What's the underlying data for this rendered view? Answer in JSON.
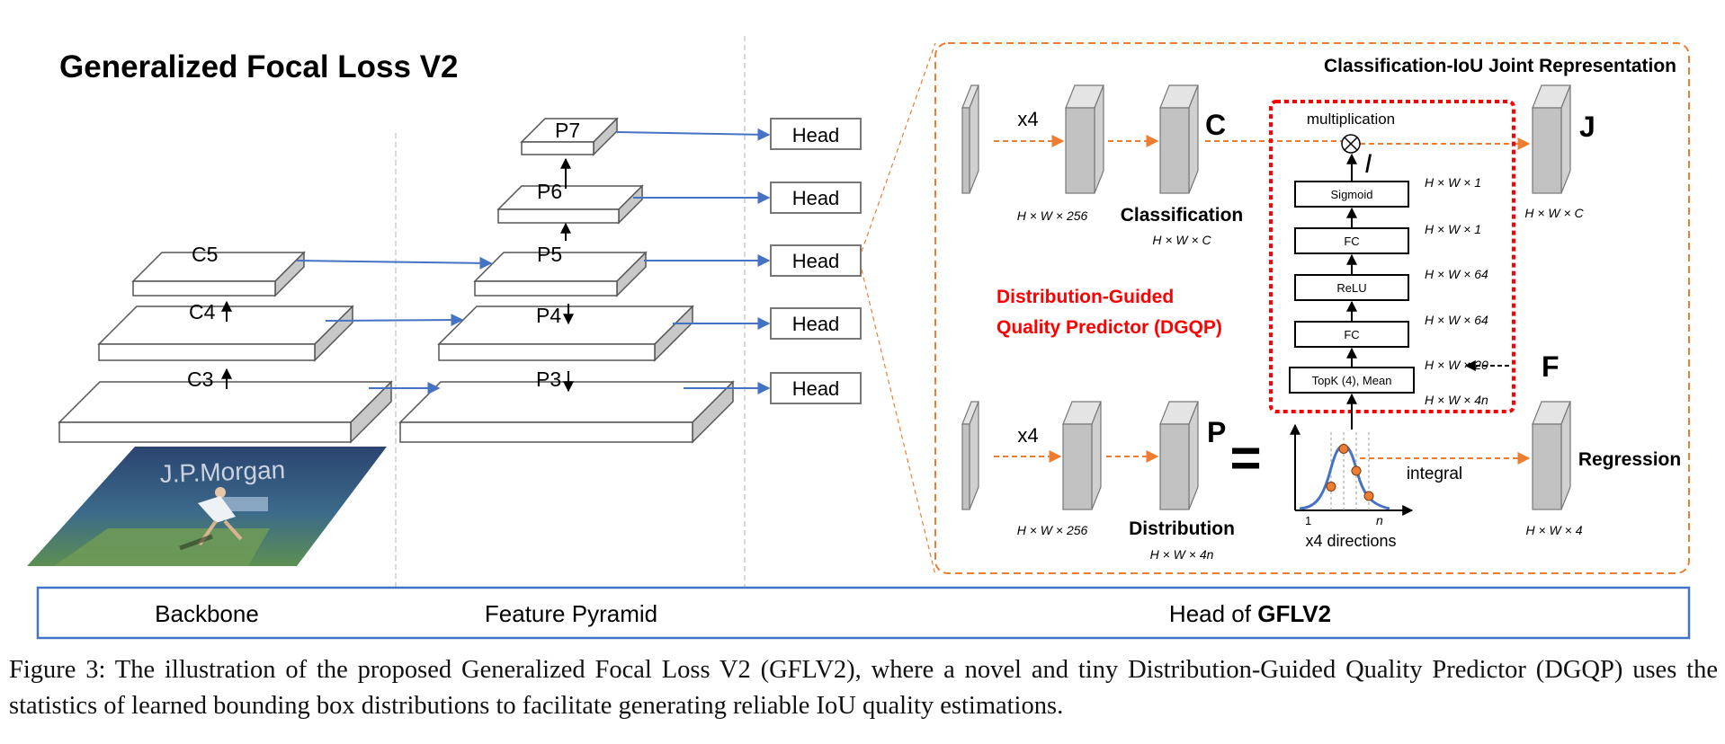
{
  "title": "Generalized Focal Loss V2",
  "backbone": {
    "levels": [
      "C5",
      "C4",
      "C3"
    ]
  },
  "pyramid": {
    "levels": [
      "P7",
      "P6",
      "P5",
      "P4",
      "P3"
    ]
  },
  "heads": [
    "Head",
    "Head",
    "Head",
    "Head",
    "Head"
  ],
  "panel": {
    "title": "Classification-IoU Joint Representation",
    "top_branch": {
      "repeat": "x4",
      "dims": "H × W × 256",
      "output_symbol": "C",
      "output_label": "Classification",
      "output_dims": "H × W × C"
    },
    "bottom_branch": {
      "repeat": "x4",
      "dims": "H × W × 256",
      "output_symbol": "P",
      "output_label": "Distribution",
      "output_dims": "H × W × 4n"
    },
    "dgqp": {
      "label_line1": "Distribution-Guided",
      "label_line2": "Quality Predictor (DGQP)",
      "multiplication": "multiplication",
      "quality_symbol": "I",
      "layers": [
        {
          "label": "Sigmoid",
          "dims": "H × W × 1"
        },
        {
          "label": "FC",
          "dims": "H × W × 1"
        },
        {
          "label": "ReLU",
          "dims": "H × W × 64"
        },
        {
          "label": "FC",
          "dims": "H × W × 64"
        },
        {
          "label": "TopK (4), Mean",
          "dims": "H × W × 20"
        }
      ],
      "input_dims": "H × W × 4n",
      "feature_symbol": "F"
    },
    "joint": {
      "symbol": "J",
      "dims": "H × W × C"
    },
    "equals": "=",
    "distribution_plot": {
      "x_start": "1",
      "x_end": "n",
      "caption": "x4 directions",
      "points_y": [
        0.35,
        0.95,
        0.6,
        0.2
      ]
    },
    "integral": "integral",
    "regression": {
      "label": "Regression",
      "dims": "H × W × 4"
    }
  },
  "sections": {
    "backbone": "Backbone",
    "pyramid": "Feature Pyramid",
    "head_prefix": "Head of ",
    "head_bold": "GFLV2"
  },
  "photo_text": "J.P.Morgan",
  "caption": "Figure 3:  The illustration of the proposed Generalized Focal Loss V2 (GFLV2), where a novel and tiny Distribution-Guided Quality Predictor (DGQP) uses the statistics of learned bounding box distributions to facilitate generating reliable IoU quality estimations.",
  "colors": {
    "blue": "#4472c4",
    "orange": "#ed7d31",
    "red": "#ff0000",
    "box_gray": "#d0d0d0"
  }
}
